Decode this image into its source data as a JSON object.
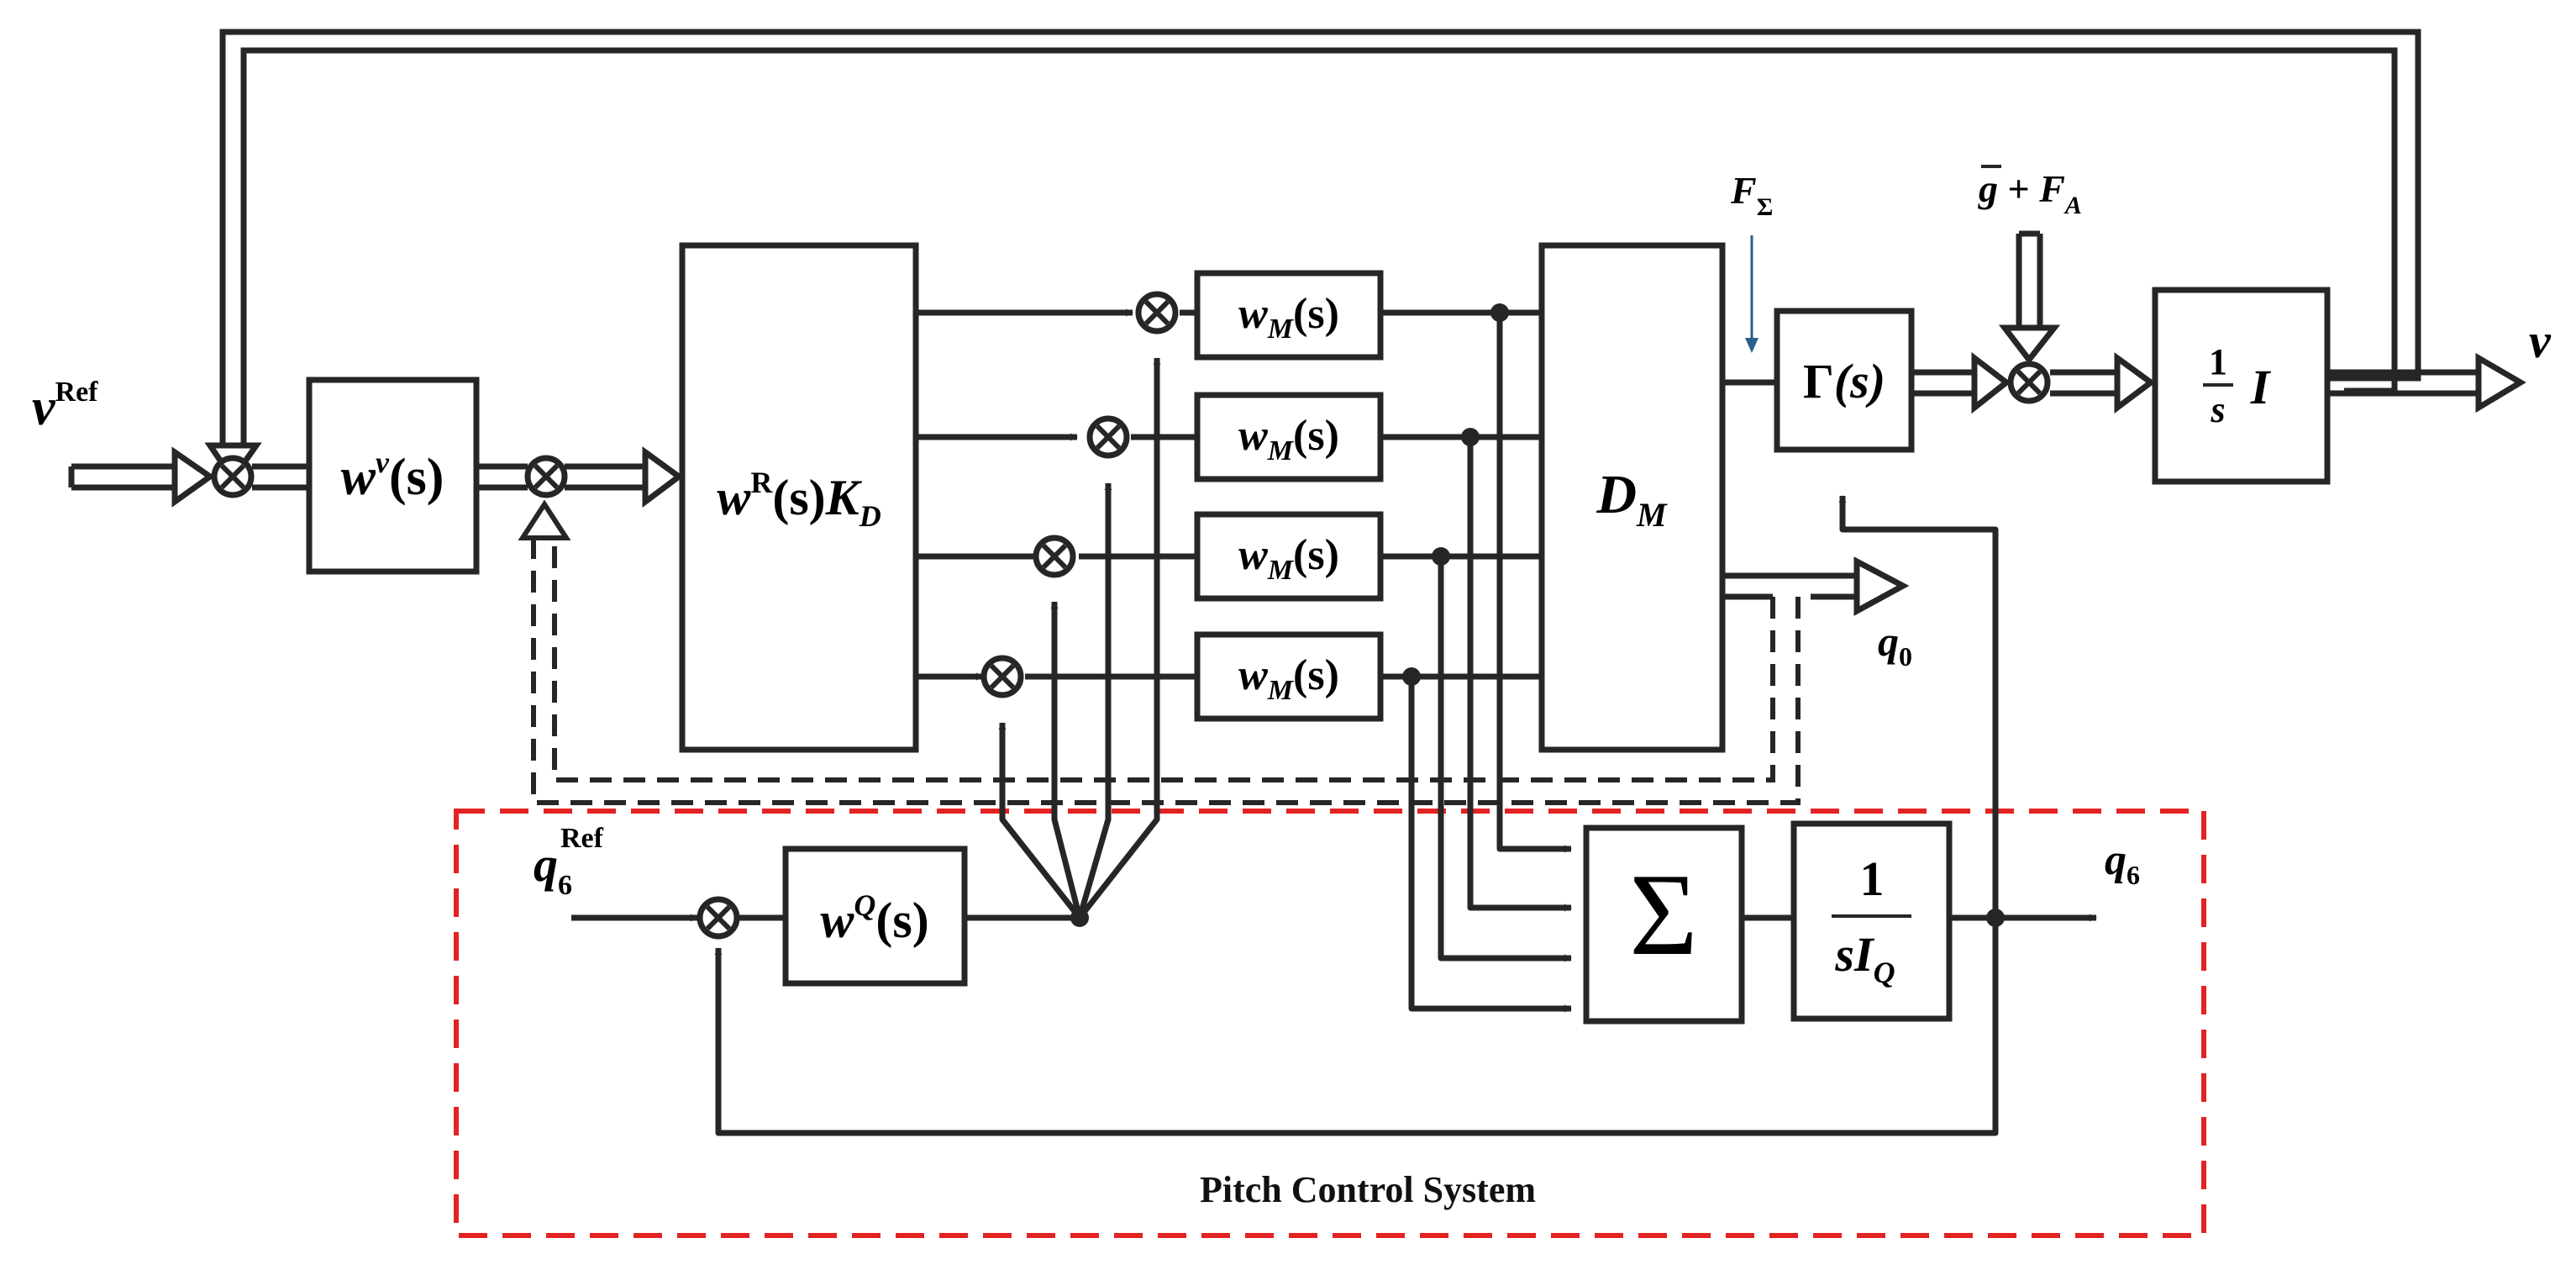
{
  "diagram": {
    "region_label": "Pitch Control System",
    "inputs": {
      "v_ref": {
        "main": "v",
        "sup": "Ref"
      },
      "q6_ref": {
        "main": "q",
        "sub": "6",
        "sup": "Ref"
      },
      "f_sigma": {
        "main": "F",
        "sub": "Σ"
      },
      "g_fa": {
        "gbar": "g",
        "plus": " + ",
        "main": "F",
        "sub": "A"
      }
    },
    "outputs": {
      "v": "v",
      "q0": {
        "main": "q",
        "sub": "0"
      },
      "q6": {
        "main": "q",
        "sub": "6"
      }
    },
    "blocks": {
      "wv": {
        "main": "w",
        "sup": "v",
        "rest": "(s)"
      },
      "wr_kd": {
        "main": "w",
        "sup": "R",
        "mid": "(s)",
        "k": "K",
        "sub": "D"
      },
      "wm": {
        "main": "w",
        "sub": "M",
        "rest": "(s)"
      },
      "dm": {
        "main": "D",
        "sub": "M"
      },
      "gamma": {
        "main": "Γ",
        "rest": "(s)"
      },
      "int_v": {
        "num": "1",
        "den": "s",
        "tail": "I"
      },
      "wq": {
        "main": "w",
        "sup": "Q",
        "rest": "(s)"
      },
      "sum": "Σ",
      "int_q": {
        "num": "1",
        "den": "sI",
        "sub": "Q"
      }
    },
    "colors": {
      "line": "#262626",
      "dash_box": "#e32222",
      "f_sigma_arrow": "#2a5f8c"
    }
  }
}
